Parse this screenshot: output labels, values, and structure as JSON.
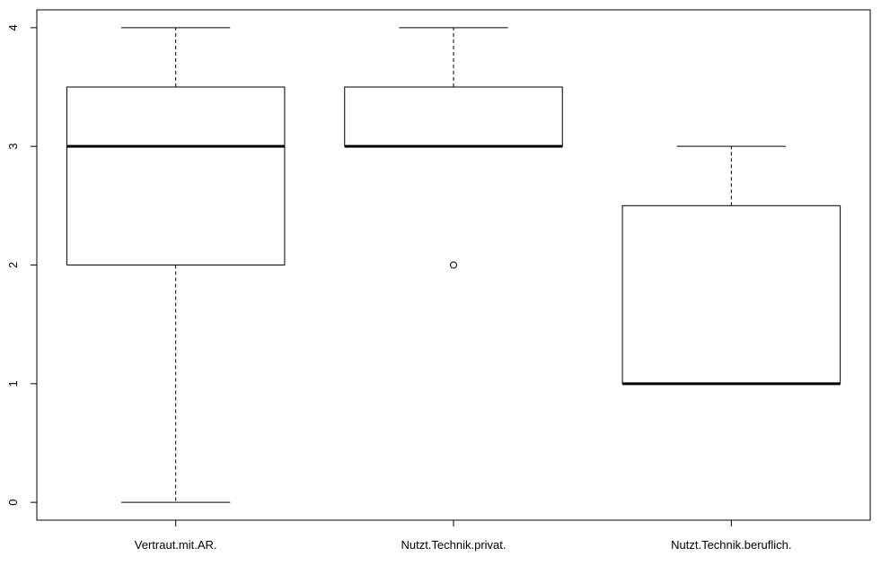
{
  "chart_data": {
    "type": "boxplot",
    "title": "",
    "xlabel": "",
    "ylabel": "",
    "ylim": [
      -0.15,
      4.15
    ],
    "yticks": [
      0,
      1,
      2,
      3,
      4
    ],
    "grid": false,
    "legend": "none",
    "categories": [
      "Vertraut.mit.AR.",
      "Nutzt.Technik.privat.",
      "Nutzt.Technik.beruflich."
    ],
    "boxes": [
      {
        "category": "Vertraut.mit.AR.",
        "whisker_low": 0,
        "q1": 2,
        "median": 3,
        "q3": 3.5,
        "whisker_high": 4,
        "outliers": []
      },
      {
        "category": "Nutzt.Technik.privat.",
        "whisker_low": 3,
        "q1": 3,
        "median": 3,
        "q3": 3.5,
        "whisker_high": 4,
        "outliers": [
          2
        ]
      },
      {
        "category": "Nutzt.Technik.beruflich.",
        "whisker_low": 1,
        "q1": 1,
        "median": 1,
        "q3": 2.5,
        "whisker_high": 3,
        "outliers": []
      }
    ],
    "colors": {
      "stroke": "#000000",
      "fill": "#ffffff"
    }
  }
}
